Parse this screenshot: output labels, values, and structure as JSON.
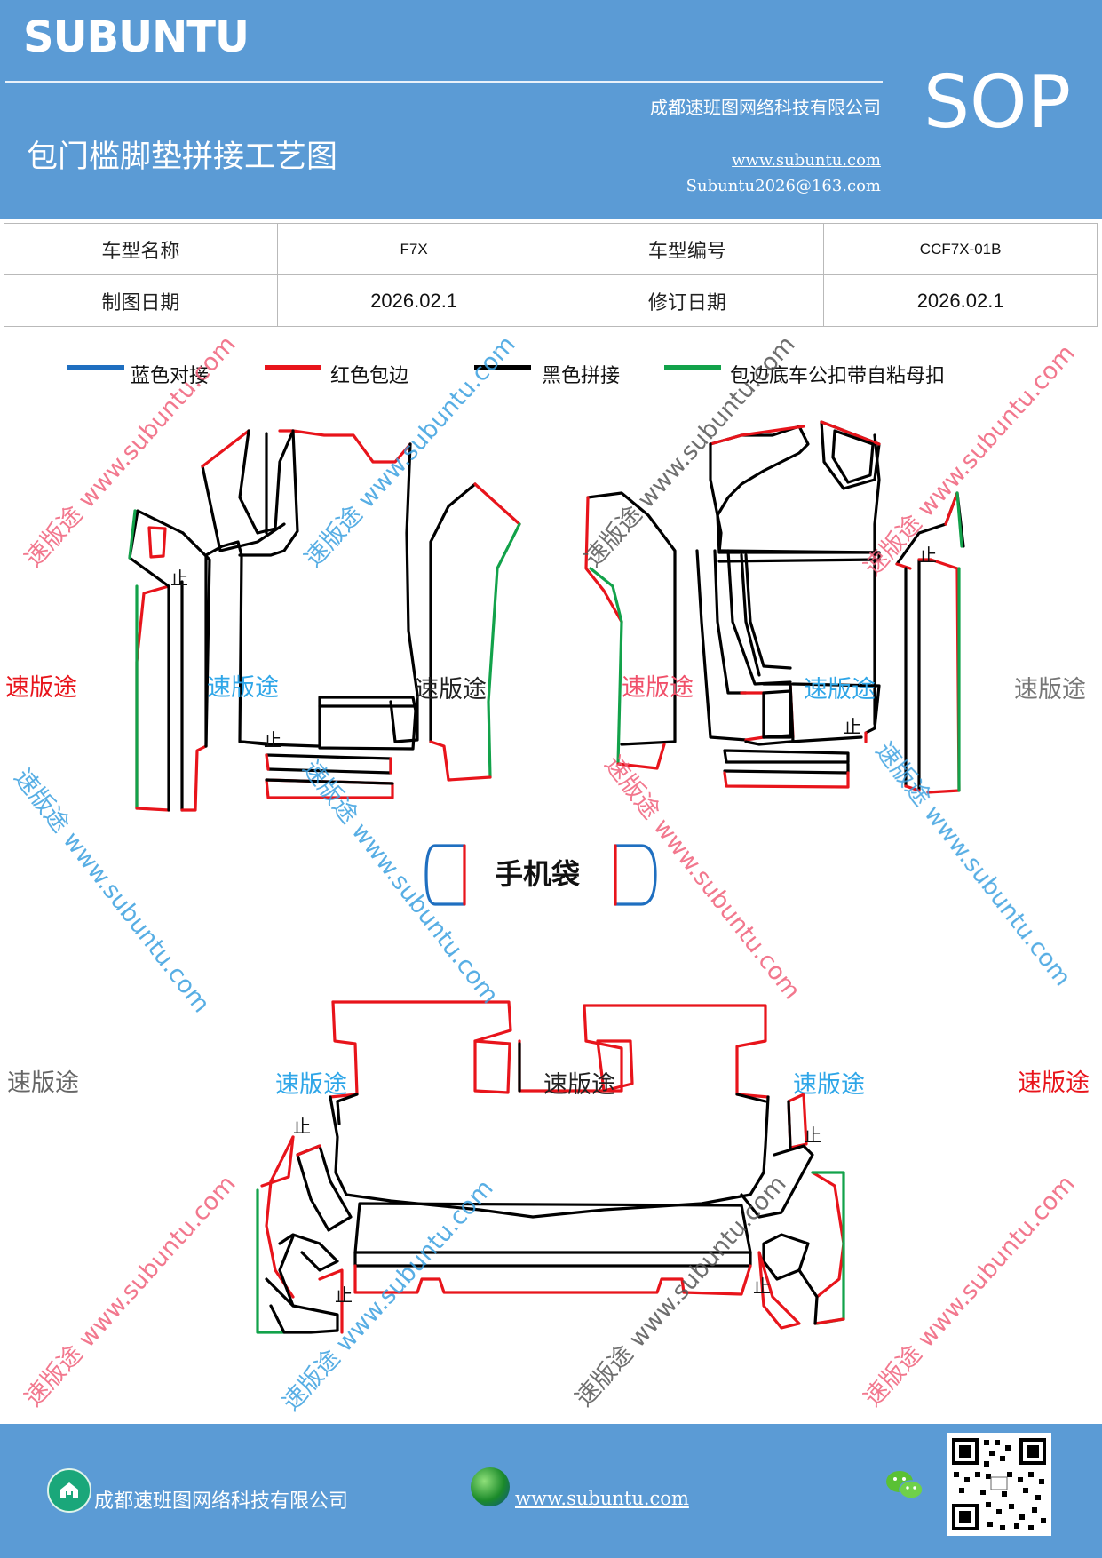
{
  "header": {
    "brand": "SUBUNTU",
    "company": "成都速班图网络科技有限公司",
    "title": "包门槛脚垫拼接工艺图",
    "website": "www.subuntu.com",
    "email": "Subuntu2026@163.com",
    "badge": "SOP"
  },
  "info_table": {
    "row1": {
      "label1": "车型名称",
      "value1": "F7X",
      "label2": "车型编号",
      "value2": "CCF7X-01B"
    },
    "row2": {
      "label1": "制图日期",
      "value1": "2026.02.1",
      "label2": "修订日期",
      "value2": "2026.02.1"
    }
  },
  "legend": [
    {
      "label": "蓝色对接",
      "color": "#1f6fc0"
    },
    {
      "label": "红色包边",
      "color": "#e8141b"
    },
    {
      "label": "黑色拼接",
      "color": "#000000"
    },
    {
      "label": "包边底车公扣带自粘母扣",
      "color": "#12a24a"
    }
  ],
  "diagram": {
    "phone_bag_label": "手机袋",
    "stop_mark": "止"
  },
  "watermarks": {
    "brand_cn": "速版途",
    "url": "www.subuntu.com"
  },
  "footer": {
    "company": "成都速班图网络科技有限公司",
    "website": "www.subuntu.com "
  }
}
